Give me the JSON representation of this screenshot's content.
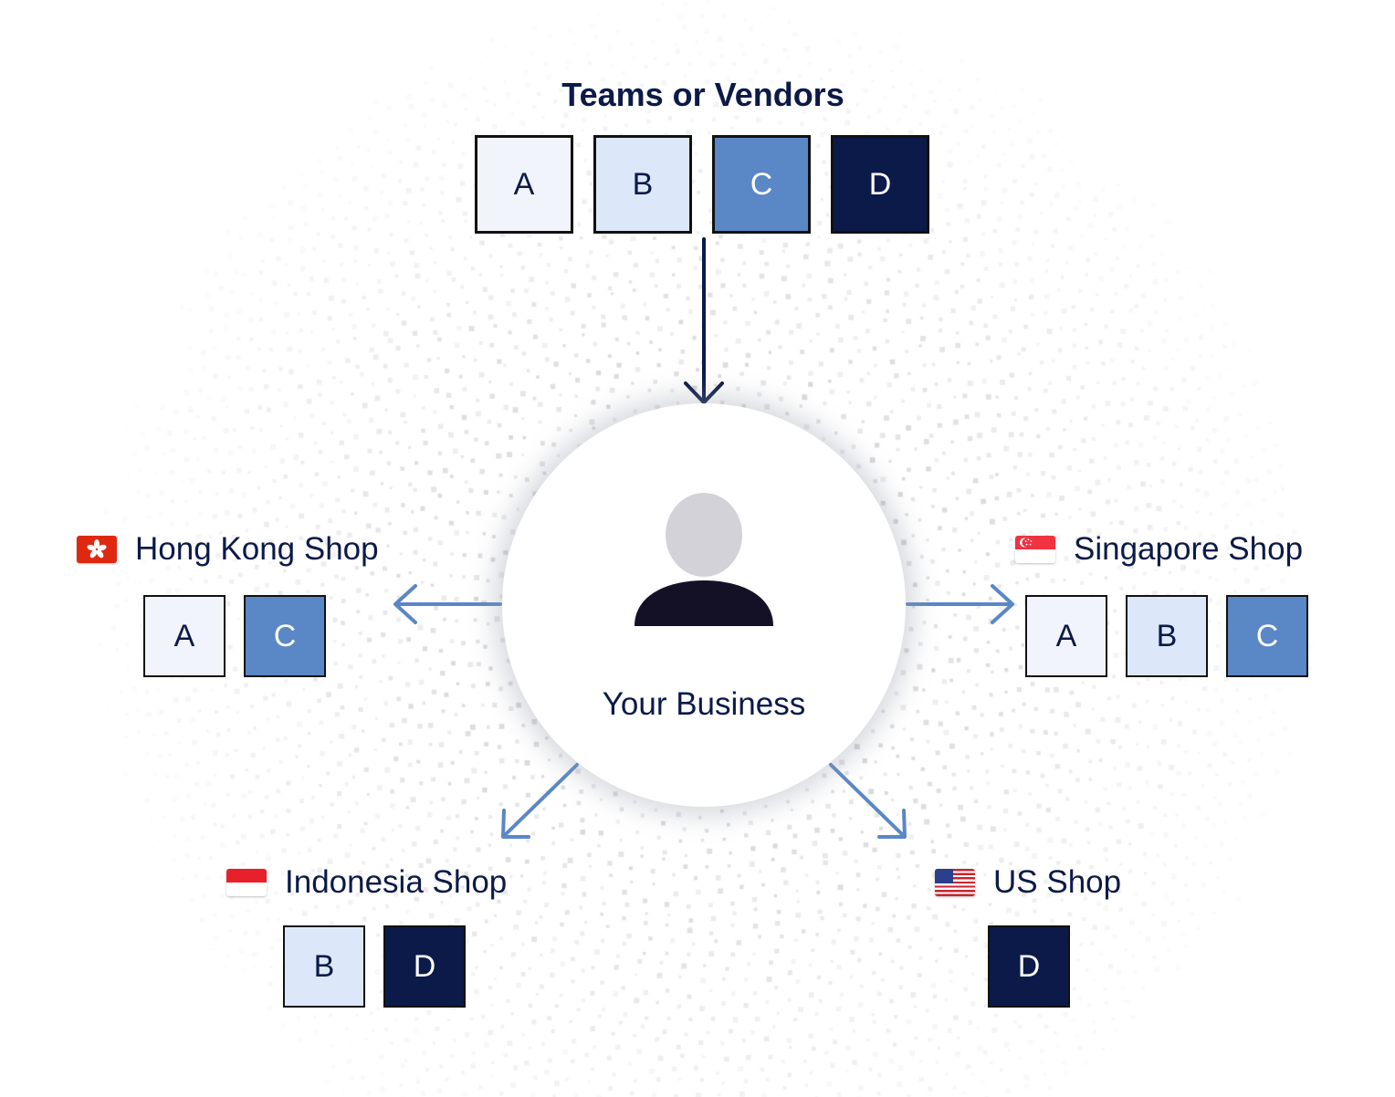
{
  "title": "Teams or Vendors",
  "vendors": [
    {
      "label": "A",
      "tone": "light"
    },
    {
      "label": "B",
      "tone": "pale"
    },
    {
      "label": "C",
      "tone": "mid"
    },
    {
      "label": "D",
      "tone": "dark"
    }
  ],
  "hub": {
    "label": "Your Business"
  },
  "shops": {
    "hong_kong": {
      "name": "Hong Kong Shop",
      "flag": "hong-kong-flag-icon",
      "teams": [
        "A",
        "C"
      ]
    },
    "singapore": {
      "name": "Singapore Shop",
      "flag": "singapore-flag-icon",
      "teams": [
        "A",
        "B",
        "C"
      ]
    },
    "indonesia": {
      "name": "Indonesia Shop",
      "flag": "indonesia-flag-icon",
      "teams": [
        "B",
        "D"
      ]
    },
    "us": {
      "name": "US Shop",
      "flag": "us-flag-icon",
      "teams": [
        "D"
      ]
    }
  },
  "colors": {
    "light": "#f1f5fb",
    "pale": "#dce8f9",
    "mid": "#5a87c6",
    "dark": "#0b1a48",
    "arrow_in": "#0b1a48",
    "arrow_out": "#5a87c6"
  }
}
